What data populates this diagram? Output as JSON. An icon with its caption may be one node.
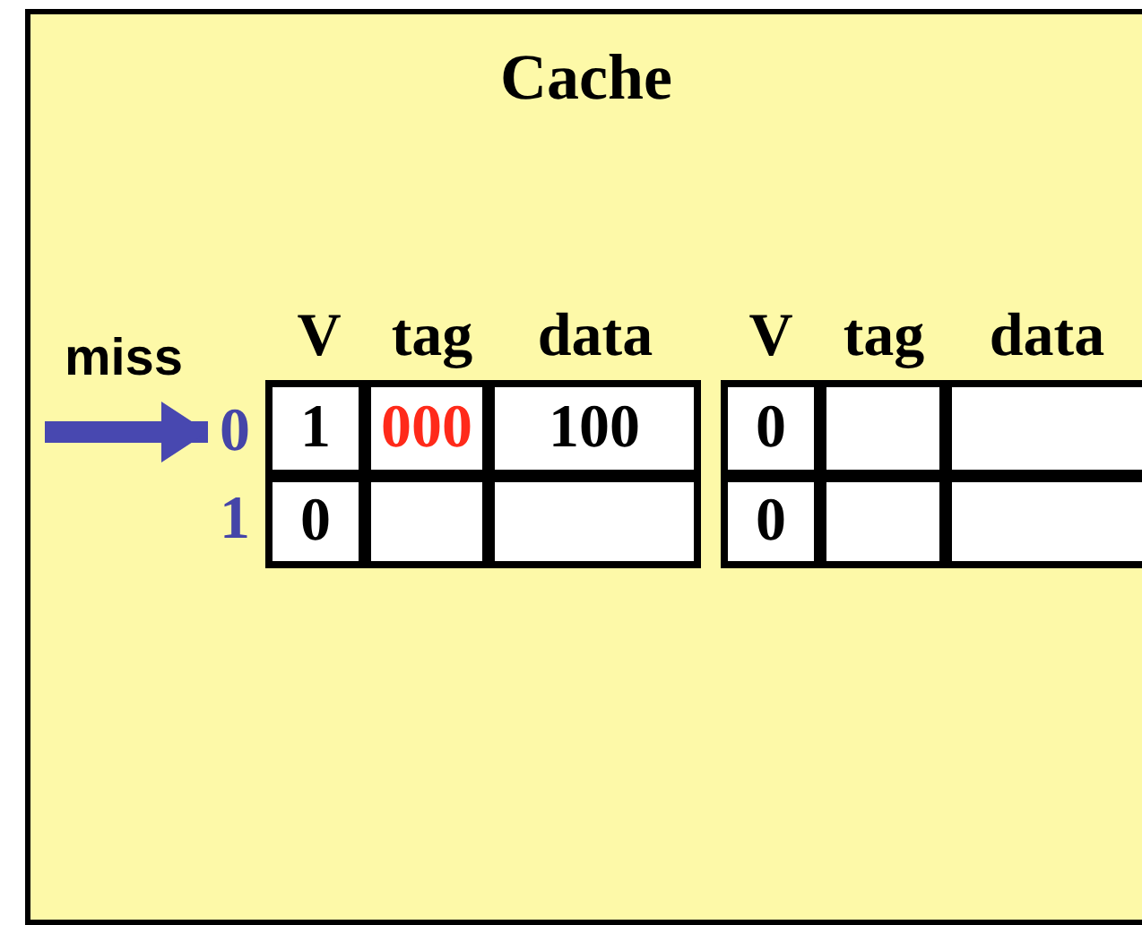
{
  "diagram": {
    "nodes": [
      {
        "text": [
          "Cache"
        ]
      },
      {
        "text": [
          "0"
        ],
        "in": 0
      }
    ],
    "edges": [
      {
        "from": null,
        "to": 1,
        "arrow": "to"
      }
    ],
    "labels": [
      "miss",
      "V",
      "tag",
      "data",
      "V",
      "tag",
      "data",
      "1",
      "000",
      "100",
      "0",
      "1",
      "0",
      "0"
    ]
  }
}
